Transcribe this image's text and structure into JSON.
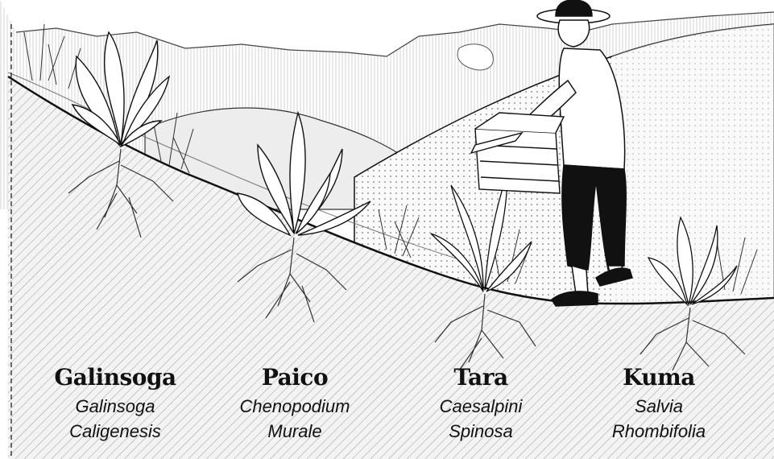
{
  "plants": [
    {
      "common": "Galinsoga",
      "sci_1": "Galinsoga",
      "sci_2": "Caligenesis"
    },
    {
      "common": "Paico",
      "sci_1": "Chenopodium",
      "sci_2": "Murale"
    },
    {
      "common": "Tara",
      "sci_1": "Caesalpini",
      "sci_2": "Spinosa"
    },
    {
      "common": "Kuma",
      "sci_1": "Salvia",
      "sci_2": "Rhombifolia"
    }
  ],
  "colors": {
    "ink": "#111111",
    "soil": "#e9e9e9",
    "hill": "#f4f4f4",
    "sky_hatch": "#d9d9d9"
  }
}
